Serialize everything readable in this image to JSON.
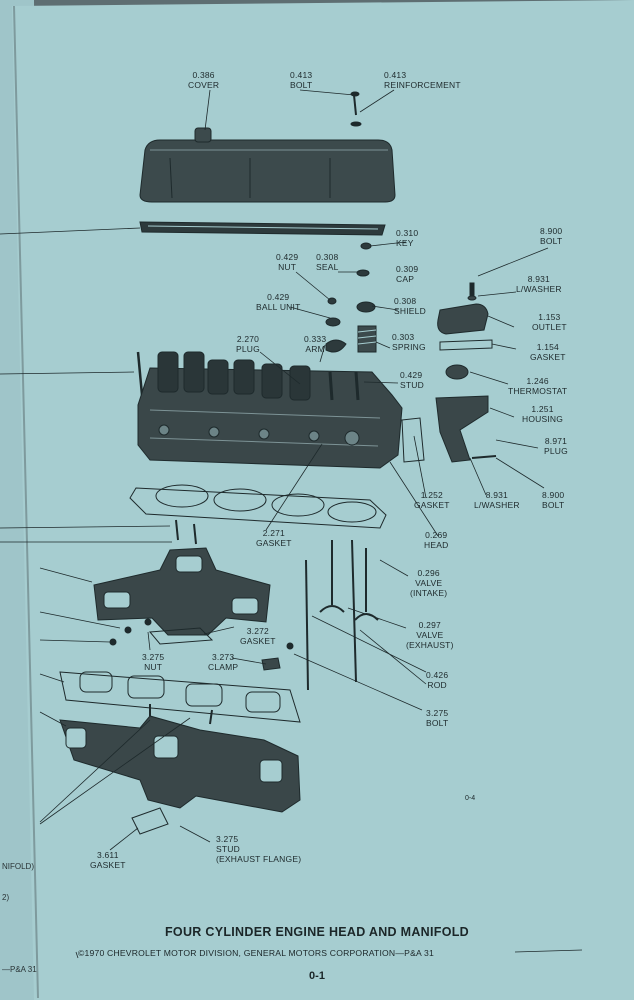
{
  "colors": {
    "paper": "#a6cdd0",
    "ink": "#1e2a2c",
    "background": "#5e6e72",
    "left_page": "#9fc5c9"
  },
  "caption": {
    "title": "FOUR CYLINDER ENGINE HEAD AND MANIFOLD",
    "copyright": "©1970 CHEVROLET MOTOR DIVISION, GENERAL MOTORS CORPORATION—P&A 31",
    "page_number": "0-1",
    "figure_number": "0-4"
  },
  "left_page_fragments": {
    "manifold": "NIFOLD)",
    "number": "2)",
    "footer": "—P&A 31"
  },
  "parts": {
    "cover": {
      "number": "0.386",
      "name": "COVER"
    },
    "bolt_top": {
      "number": "0.413",
      "name": "BOLT"
    },
    "reinforcement": {
      "number": "0.413",
      "name": "REINFORCEMENT"
    },
    "key": {
      "number": "0.310",
      "name": "KEY"
    },
    "nut_top": {
      "number": "0.429",
      "name": "NUT"
    },
    "seal": {
      "number": "0.308",
      "name": "SEAL"
    },
    "cap": {
      "number": "0.309",
      "name": "CAP"
    },
    "ball_unit": {
      "number": "0.429",
      "name": "BALL UNIT"
    },
    "shield": {
      "number": "0.308",
      "name": "SHIELD"
    },
    "plug_left": {
      "number": "2.270",
      "name": "PLUG"
    },
    "arm": {
      "number": "0.333",
      "name": "ARM"
    },
    "spring": {
      "number": "0.303",
      "name": "SPRING"
    },
    "stud_top": {
      "number": "0.429",
      "name": "STUD"
    },
    "bolt_outlet": {
      "number": "8.900",
      "name": "BOLT"
    },
    "lwasher_top": {
      "number": "8.931",
      "name": "L/WASHER"
    },
    "outlet": {
      "number": "1.153",
      "name": "OUTLET"
    },
    "gasket_outlet": {
      "number": "1.154",
      "name": "GASKET"
    },
    "thermostat": {
      "number": "1.246",
      "name": "THERMOSTAT"
    },
    "housing": {
      "number": "1.251",
      "name": "HOUSING"
    },
    "plug_right": {
      "number": "8.971",
      "name": "PLUG"
    },
    "gasket_housing": {
      "number": "1.252",
      "name": "GASKET"
    },
    "lwasher_bottom": {
      "number": "8.931",
      "name": "L/WASHER"
    },
    "bolt_bottom": {
      "number": "8.900",
      "name": "BOLT"
    },
    "head_gasket": {
      "number": "2.271",
      "name": "GASKET"
    },
    "head": {
      "number": "0.269",
      "name": "HEAD"
    },
    "valve_intake": {
      "number": "0.296",
      "name": "VALVE",
      "sub": "(INTAKE)"
    },
    "valve_exhaust": {
      "number": "0.297",
      "name": "VALVE",
      "sub": "(EXHAUST)"
    },
    "gasket_small": {
      "number": "3.272",
      "name": "GASKET"
    },
    "nut_mid": {
      "number": "3.275",
      "name": "NUT"
    },
    "clamp": {
      "number": "3.273",
      "name": "CLAMP"
    },
    "rod": {
      "number": "0.426",
      "name": "ROD"
    },
    "bolt_manifold": {
      "number": "3.275",
      "name": "BOLT"
    },
    "gasket_flange": {
      "number": "3.611",
      "name": "GASKET"
    },
    "stud_flange": {
      "number": "3.275",
      "name": "STUD",
      "sub": "(EXHAUST FLANGE)"
    }
  }
}
